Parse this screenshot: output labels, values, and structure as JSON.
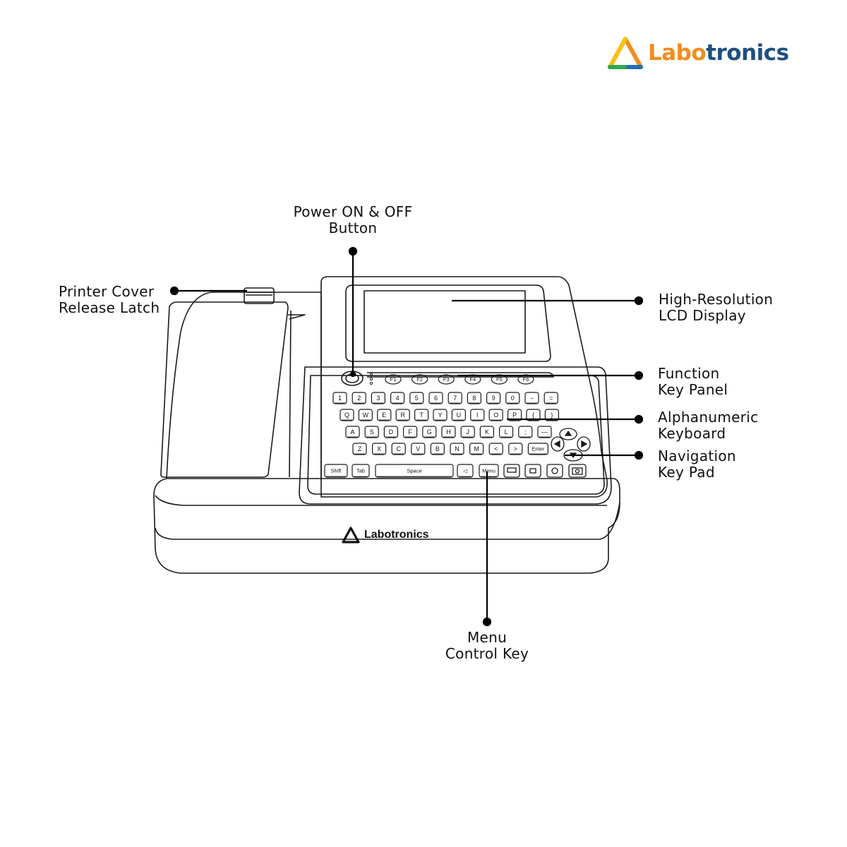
{
  "brand": {
    "name_part1": "Labo",
    "name_part2": "tronics",
    "accent_orange": "#f28c1e",
    "accent_blue": "#1f4f82",
    "accent_green": "#2fa84f"
  },
  "device_brand": "Labotronics",
  "callouts": {
    "power": [
      "Power ON & OFF",
      "Button"
    ],
    "printer": [
      "Printer Cover",
      "Release Latch"
    ],
    "lcd": [
      "High-Resolution",
      "LCD Display"
    ],
    "function": [
      "Function",
      "Key Panel"
    ],
    "alpha": [
      "Alphanumeric",
      "Keyboard"
    ],
    "nav": [
      "Navigation",
      "Key Pad"
    ],
    "menu": [
      "Menu",
      "Control Key"
    ]
  },
  "keys": {
    "function": [
      "F1",
      "F2",
      "F3",
      "F4",
      "F5",
      "F6"
    ],
    "row1": [
      "1",
      "2",
      "3",
      "4",
      "5",
      "6",
      "7",
      "8",
      "9",
      "0",
      "−",
      "="
    ],
    "row2": [
      "Q",
      "W",
      "E",
      "R",
      "T",
      "Y",
      "U",
      "I",
      "O",
      "P",
      "{",
      "}"
    ],
    "row3": [
      "A",
      "S",
      "D",
      "F",
      "G",
      "H",
      "J",
      "K",
      "L",
      ";",
      "—"
    ],
    "row4": [
      "Z",
      "X",
      "C",
      "V",
      "B",
      "N",
      "M",
      "<",
      ">",
      "Enter"
    ],
    "row5": [
      "Shift",
      "Tab",
      "Space",
      "◁",
      "Menu"
    ]
  }
}
